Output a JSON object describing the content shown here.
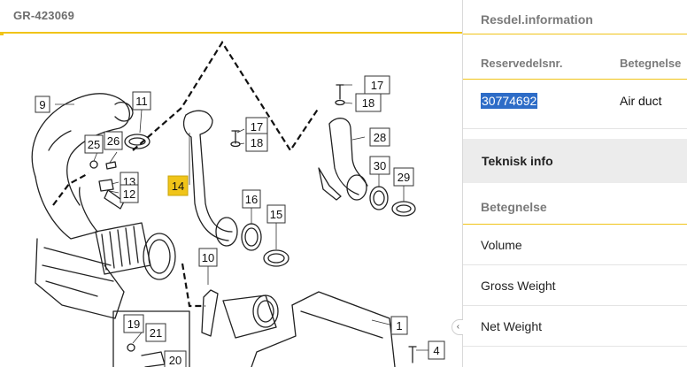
{
  "diagram": {
    "group_code": "GR-423069",
    "highlighted_callout": "14",
    "callouts": [
      "9",
      "11",
      "25",
      "26",
      "13",
      "12",
      "14",
      "17",
      "18",
      "16",
      "15",
      "10",
      "17",
      "18",
      "28",
      "30",
      "29",
      "19",
      "21",
      "20",
      "1",
      "4"
    ]
  },
  "splitter": {
    "icon": "‹ ›"
  },
  "info_panel": {
    "section_title": "Resdel.information",
    "col_part_number": "Reservedelsnr.",
    "col_description": "Betegnelse",
    "part_number": "30774692",
    "part_description": "Air duct",
    "tech_title": "Teknisk info",
    "spec_header": "Betegnelse",
    "specs": [
      "Volume",
      "Gross Weight",
      "Net Weight"
    ]
  },
  "colors": {
    "accent": "#f0c419",
    "selection": "#2d6cc7",
    "band": "#ececec"
  }
}
